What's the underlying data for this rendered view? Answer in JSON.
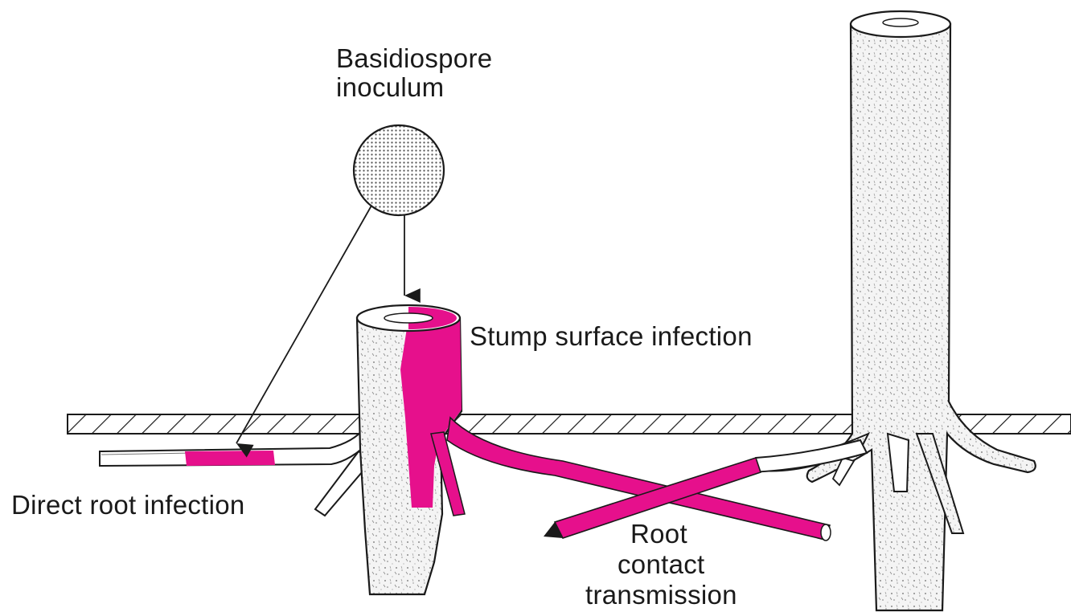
{
  "labels": {
    "basidiospore_line1": "Basidiospore",
    "basidiospore_line2": "inoculum",
    "stump_surface": "Stump surface infection",
    "direct_root": "Direct root infection",
    "root_contact_line1": "Root",
    "root_contact_line2": "contact",
    "root_contact_line3": "transmission"
  },
  "colors": {
    "infection": "#e6108c",
    "ink": "#1a1a1a",
    "bark": "#f2f2f2",
    "background": "#ffffff"
  }
}
